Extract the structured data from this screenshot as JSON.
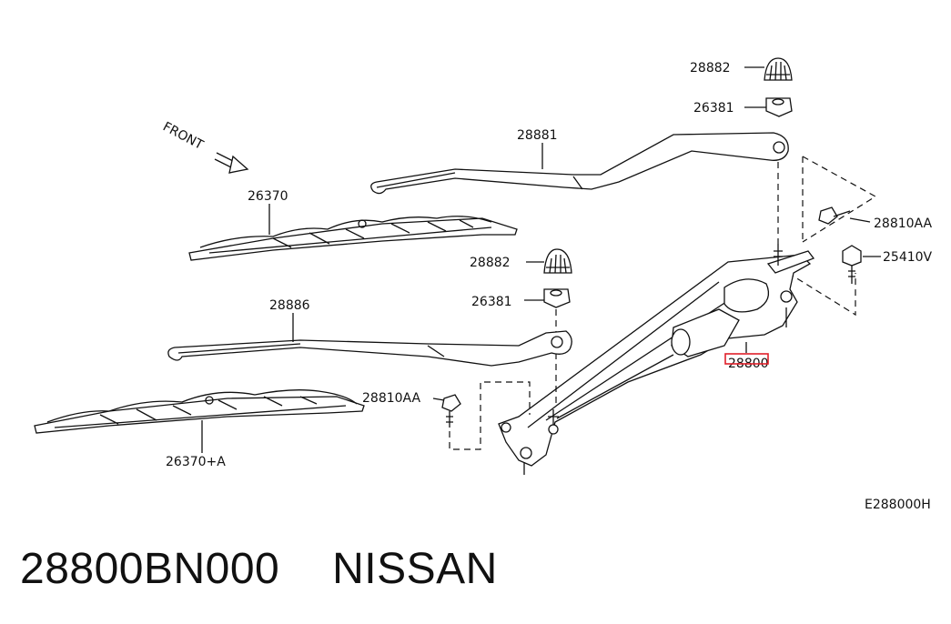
{
  "diagram": {
    "front_label": "FRONT",
    "diagram_code": "E288000H",
    "callouts": {
      "nut_cap_upper": "28882",
      "nut_upper": "26381",
      "arm_upper": "28881",
      "bolt_right": "28810AA",
      "screw_right": "25410V",
      "blade_upper": "26370",
      "nut_cap_lower": "28882",
      "nut_lower": "26381",
      "arm_lower": "28886",
      "bolt_left": "28810AA",
      "blade_lower": "26370+A",
      "motor_linkage": "28800"
    },
    "highlight_color": "#e0202a"
  },
  "caption": {
    "part_number": "28800BN000",
    "brand": "NISSAN"
  }
}
